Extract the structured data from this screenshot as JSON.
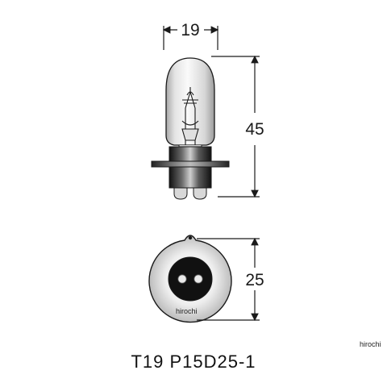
{
  "diagram": {
    "bulb_width_label": "19",
    "bulb_height_label": "45",
    "base_diameter_label": "25",
    "product_code": "T19 P15D25-1"
  },
  "watermark": {
    "inner_text": "hirochi",
    "outer_text": "hirochi"
  },
  "colors": {
    "line": "#1a1a1a",
    "glass_light": "#f4f4f4",
    "glass_shade": "#b8b8b8",
    "metal_dark": "#1f1f1f",
    "metal_mid": "#5a5a5a"
  }
}
